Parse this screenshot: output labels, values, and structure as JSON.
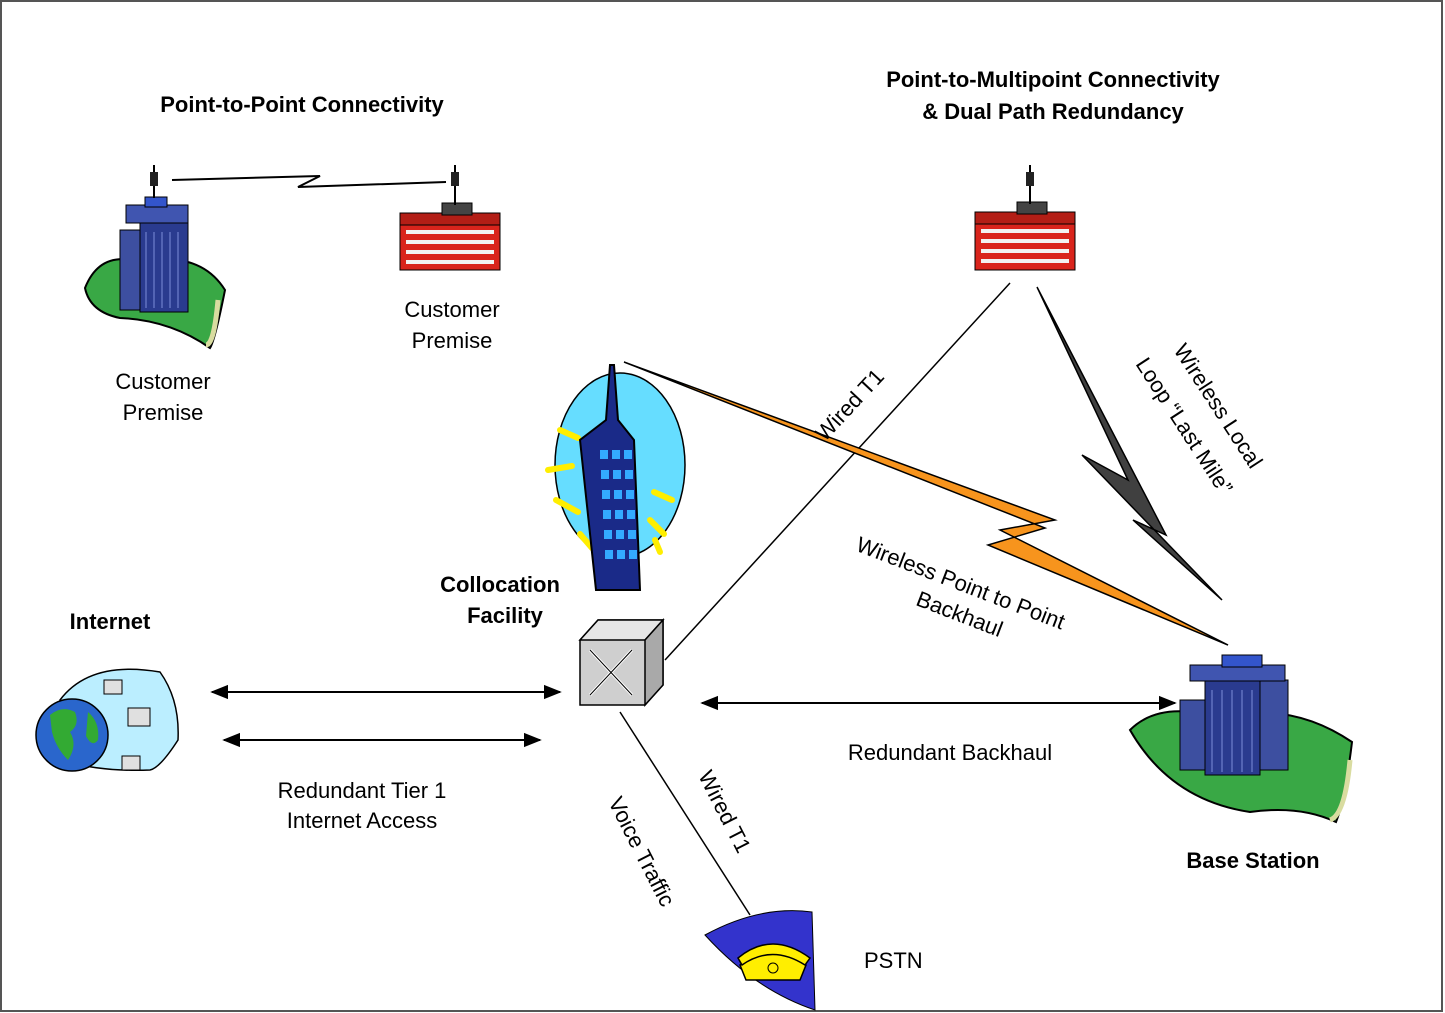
{
  "headings": {
    "p2p": "Point-to-Point Connectivity",
    "p2mp_line1": "Point-to-Multipoint Connectivity",
    "p2mp_line2": "& Dual Path Redundancy",
    "internet": "Internet",
    "colo_line1": "Collocation",
    "colo_line2": "Facility",
    "base": "Base Station"
  },
  "labels": {
    "customer_left_1": "Customer",
    "customer_left_2": "Premise",
    "customer_mid_1": "Customer",
    "customer_mid_2": "Premise",
    "wired_t1_top": "Wired T1",
    "wll_1": "Wireless Local",
    "wll_2": "Loop “Last Mile”",
    "wp2p_1": "Wireless Point to Point",
    "wp2p_2": "Backhaul",
    "redundant_backhaul": "Redundant Backhaul",
    "tier1_1": "Redundant Tier 1",
    "tier1_2": "Internet Access",
    "voice": "Voice Traffic",
    "wired_t1_bottom": "Wired T1",
    "pstn": "PSTN"
  },
  "icons": {
    "bank_tower_left": "bank-building-icon",
    "red_building_mid": "red-building-icon",
    "red_building_right": "red-building-icon",
    "skyscraper": "skyscraper-icon",
    "switch": "network-switch-icon",
    "globe": "internet-globe-icon",
    "bank_tower_base": "bank-building-icon",
    "telephone": "telephone-icon"
  },
  "colors": {
    "wireless_backhaul": "#f7941d",
    "wireless_local_loop": "#404040",
    "ground": "#39a845",
    "building_blue": "#2a3b8f",
    "building_red": "#d9241c",
    "pstn_blue": "#3333cc",
    "phone_yellow": "#ffee00",
    "sky": "#66ddff"
  }
}
